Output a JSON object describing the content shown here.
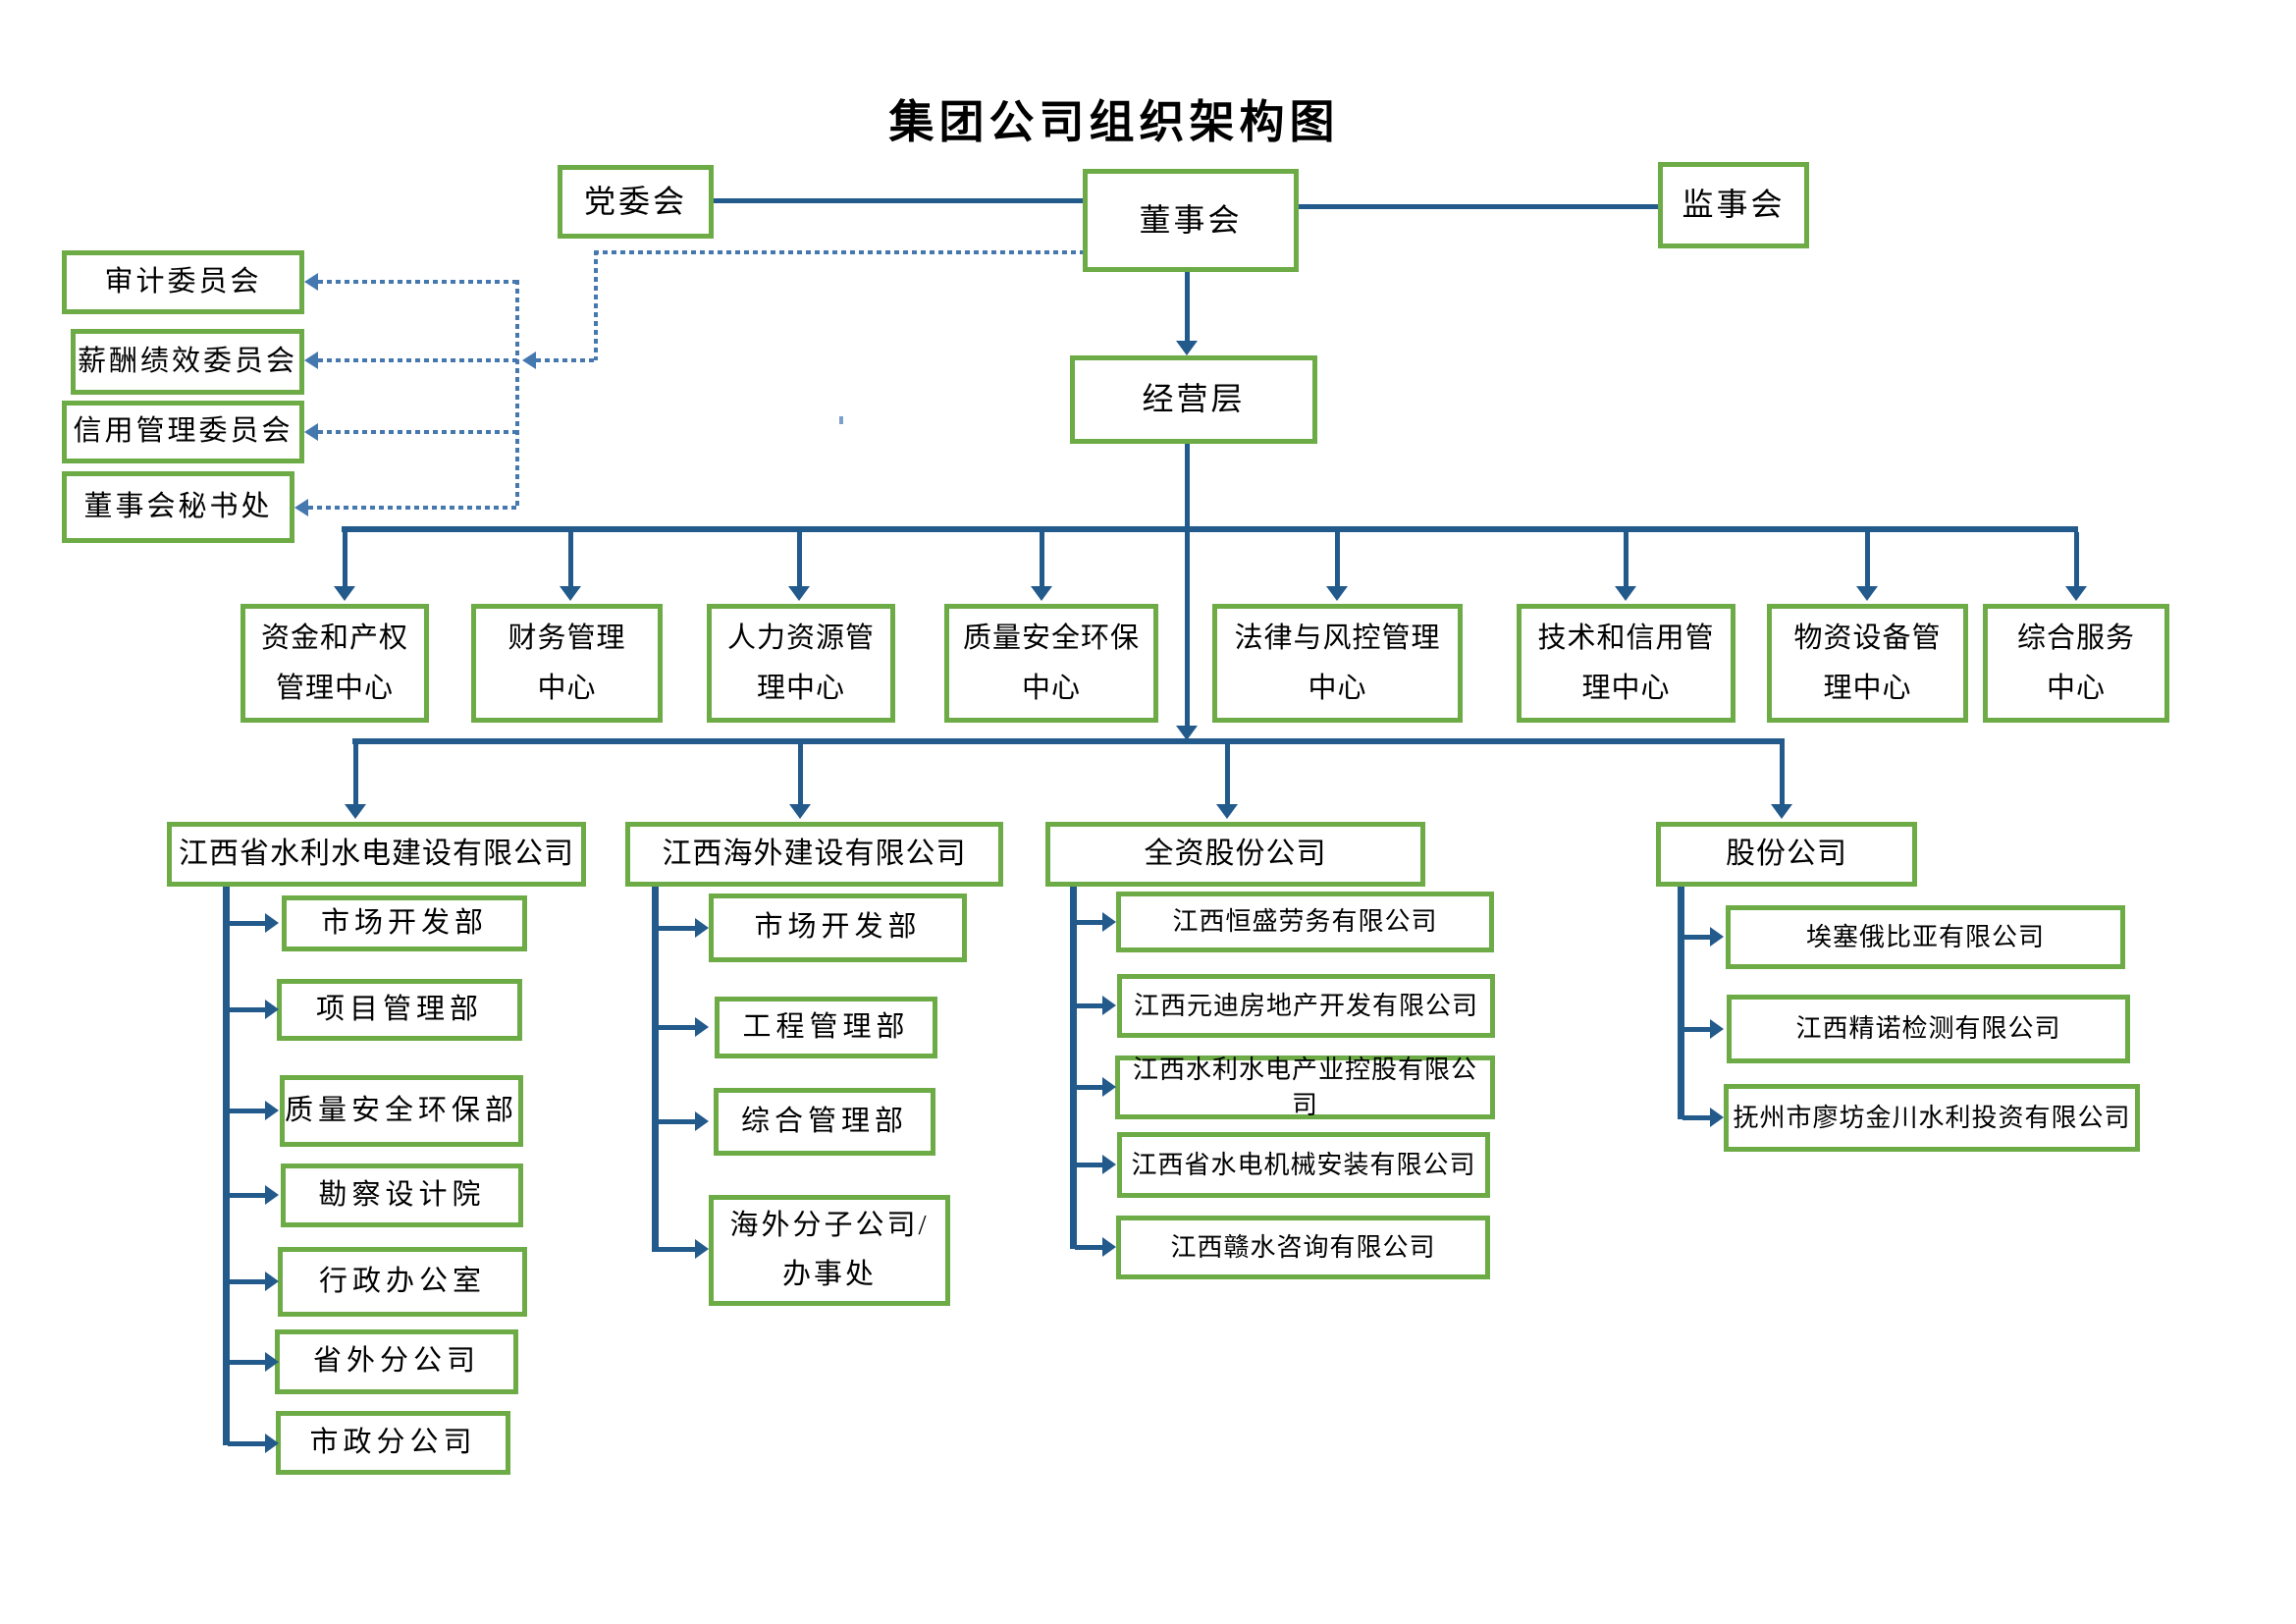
{
  "title": "集团公司组织架构图",
  "colors": {
    "box_border_green": "#6CAB45",
    "connector_blue": "#235A8C",
    "dotted_blue": "#4478AF",
    "text": "#000000",
    "background": "#FFFFFF"
  },
  "top": {
    "party_committee": "党委会",
    "board": "董事会",
    "supervisory_board": "监事会",
    "management_level": "经营层"
  },
  "committees": [
    {
      "label": "审计委员会"
    },
    {
      "label": "薪酬绩效委员会"
    },
    {
      "label": "信用管理委员会"
    },
    {
      "label": "董事会秘书处"
    }
  ],
  "centers": [
    {
      "label": "资金和产权\n管理中心"
    },
    {
      "label": "财务管理\n中心"
    },
    {
      "label": "人力资源管\n理中心"
    },
    {
      "label": "质量安全环保\n中心"
    },
    {
      "label": "法律与风控管理\n中心"
    },
    {
      "label": "技术和信用管\n理中心"
    },
    {
      "label": "物资设备管\n理中心"
    },
    {
      "label": "综合服务\n中心"
    }
  ],
  "subsidiaries": [
    {
      "name": "江西省水利水电建设有限公司",
      "departments": [
        "市场开发部",
        "项目管理部",
        "质量安全环保部",
        "勘察设计院",
        "行政办公室",
        "省外分公司",
        "市政分公司"
      ]
    },
    {
      "name": "江西海外建设有限公司",
      "departments": [
        "市场开发部",
        "工程管理部",
        "综合管理部",
        "海外分子公司/\n办事处"
      ]
    },
    {
      "name": "全资股份公司",
      "departments": [
        "江西恒盛劳务有限公司",
        "江西元迪房地产开发有限公司",
        "江西水利水电产业控股有限公司",
        "江西省水电机械安装有限公司",
        "江西赣水咨询有限公司"
      ]
    },
    {
      "name": "股份公司",
      "departments": [
        "埃塞俄比亚有限公司",
        "江西精诺检测有限公司",
        "抚州市廖坊金川水利投资有限公司"
      ]
    }
  ]
}
